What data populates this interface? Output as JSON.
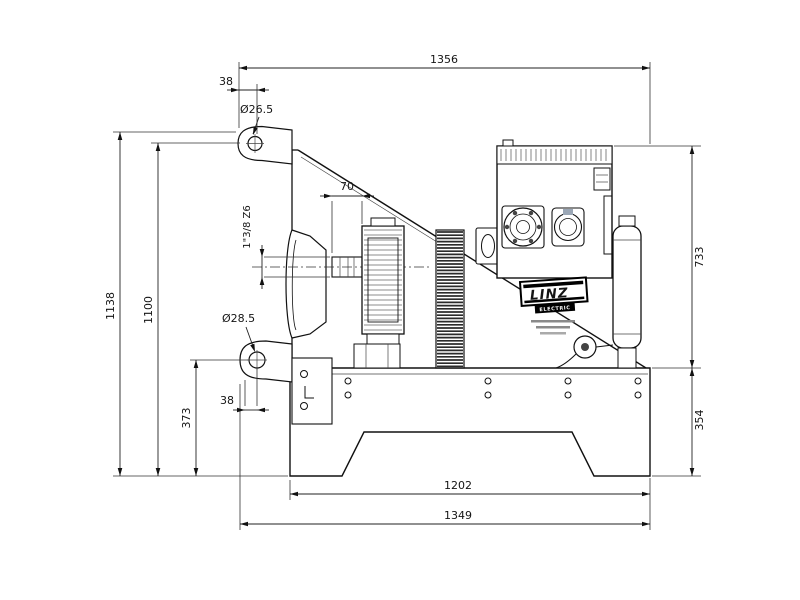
{
  "drawing": {
    "brand": {
      "name": "LINZ",
      "sub": "ELECTRIC"
    },
    "dimensions": {
      "overall_width_top": "1356",
      "top_hole_offset": "38",
      "top_hole_diameter": "Ø26.5",
      "overall_height": "1138",
      "height_to_hole": "1100",
      "shaft_length": "70",
      "shaft_thread": "1\"3/8 Z6",
      "upper_body_height": "733",
      "lower_hole_diameter": "Ø28.5",
      "lower_hole_height": "373",
      "lower_hole_offset": "38",
      "base_height": "354",
      "base_width": "1202",
      "overall_width_bottom": "1349"
    }
  }
}
